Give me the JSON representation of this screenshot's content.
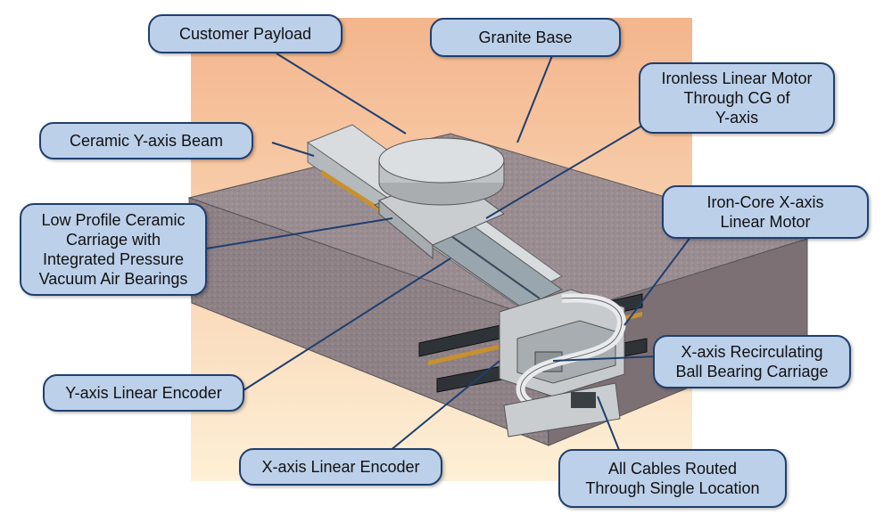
{
  "diagram": {
    "labels": {
      "customer_payload": "Customer Payload",
      "granite_base": "Granite Base",
      "ironless_motor": "Ironless Linear Motor\nThrough CG of\nY-axis",
      "ceramic_beam": "Ceramic Y-axis Beam",
      "iron_core_motor": "Iron-Core X-axis\nLinear Motor",
      "ceramic_carriage": "Low Profile Ceramic\nCarriage with\nIntegrated Pressure\nVacuum Air Bearings",
      "x_recirc_carriage": "X-axis Recirculating\nBall Bearing Carriage",
      "y_encoder": "Y-axis Linear Encoder",
      "x_encoder": "X-axis Linear Encoder",
      "cables": "All Cables Routed\nThrough Single Location"
    },
    "colors": {
      "callout_fill": "#bcd0ea",
      "callout_border": "#1f3f6e",
      "granite": "#8a7c80",
      "background_glow": "#f6c9a0"
    }
  }
}
